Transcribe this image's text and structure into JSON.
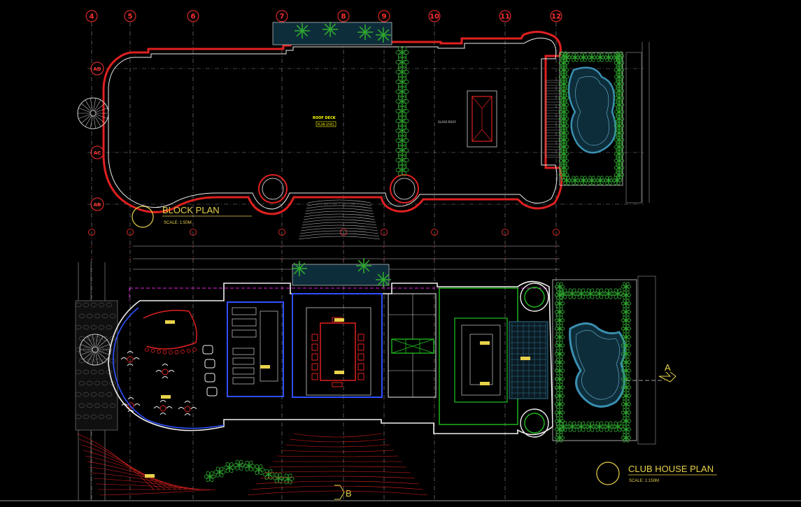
{
  "drawing": {
    "background": "#000000",
    "colors": {
      "wall_red": "#e02020",
      "wall_white": "#f0f0f0",
      "grid_red": "#ff3030",
      "dim_white": "#cfcfcf",
      "title_yellow": "#e8d24a",
      "vegetation": "#2fa82f",
      "water": "#3a8fb0",
      "furniture_red": "#e02020",
      "blue_wall": "#3050ff",
      "magenta_line": "#e020e0",
      "green_frame": "#20c020"
    },
    "grid_columns_top": [
      "4",
      "5",
      "6",
      "7",
      "8",
      "9",
      "10",
      "11",
      "12"
    ],
    "grid_rows_left": [
      "AD",
      "AC",
      "AB"
    ],
    "block_plan": {
      "title": "BLOCK PLAN",
      "scale": "SCALE: 1:50M",
      "roof_label": "ROOF DECK",
      "roof_sub": "PLAN LEVEL",
      "glass_roof": "GLASS ROOF"
    },
    "club_house_plan": {
      "title": "CLUB HOUSE PLAN",
      "scale": "SCALE: 1:150M"
    },
    "section_markers": {
      "a": "A",
      "b": "B"
    },
    "icons": [
      "section-arrow-icon",
      "title-circle-icon",
      "spiral-stair-icon",
      "palm-tree-icon"
    ]
  }
}
